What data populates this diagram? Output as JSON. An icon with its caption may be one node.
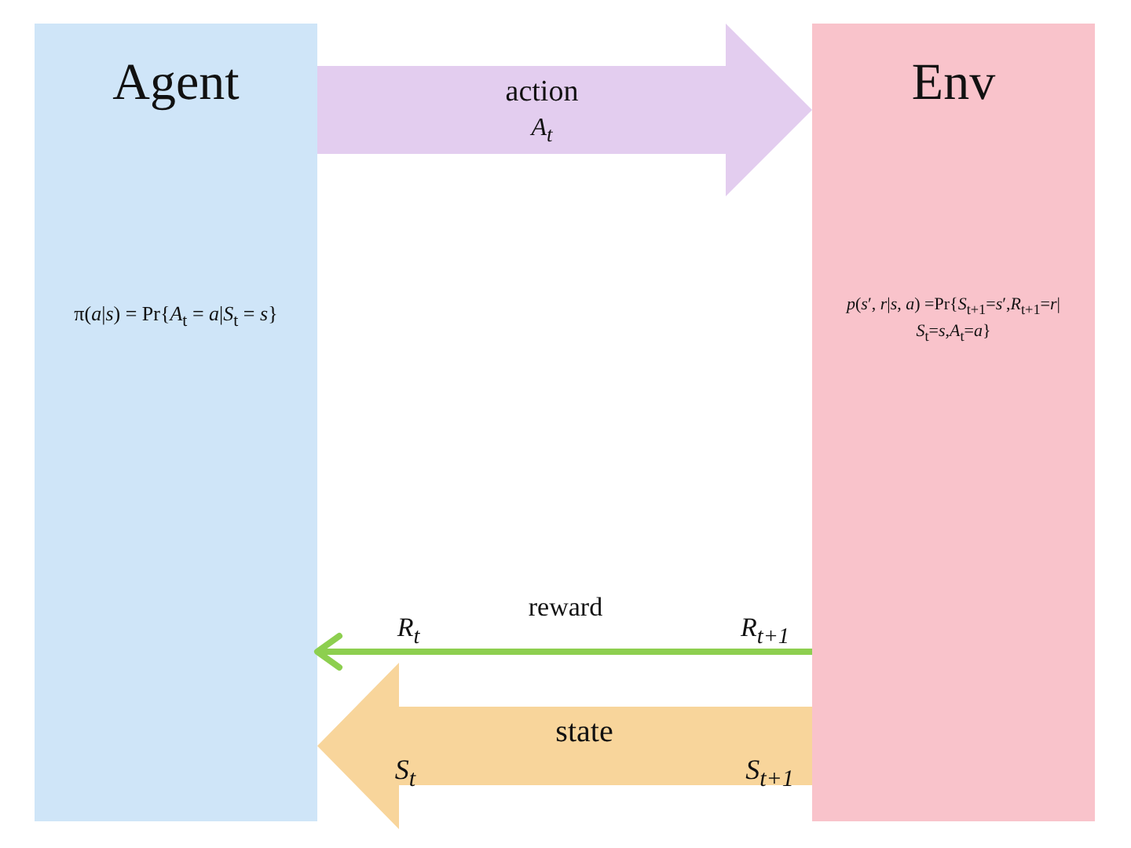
{
  "diagram": {
    "nodes": [
      {
        "text": [
          "Agent",
          "π(*a*|*s*) = Pr{*A*$_{t}$ = *a*|*S*$_{t}$ = *s*}"
        ]
      },
      {
        "text": [
          "Env",
          "*p*(*s*′, *r*|*s*, *a*) =Pr{*S*$_{t+1}$=*s*′,*R*$_{t+1}$=*r*| *S*$_{t}$=*s*,*A*$_{t}$=*a*}"
        ]
      }
    ],
    "edges": [
      {
        "from": 0,
        "to": 1,
        "arrow": "to",
        "label": "action",
        "style": "thick",
        "color": "#e3cdef"
      },
      {
        "from": 1,
        "to": 0,
        "arrow": "to",
        "label": "reward",
        "color": "#8dcf4f"
      },
      {
        "from": 1,
        "to": 0,
        "arrow": "to",
        "label": "state",
        "style": "thick",
        "color": "#f8d59b"
      }
    ],
    "labels": [
      "A$_{t}$",
      "R$_{t}$",
      "R$_{t+1}$",
      "S$_{t}$",
      "S$_{t+1}$"
    ]
  }
}
